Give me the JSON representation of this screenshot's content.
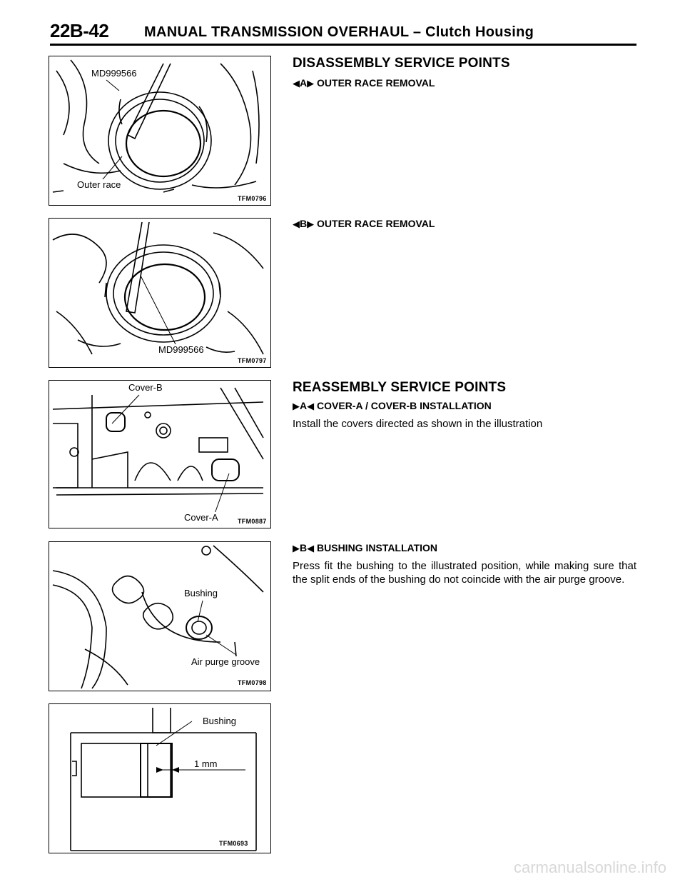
{
  "header": {
    "page_code": "22B-42",
    "title": "MANUAL TRANSMISSION OVERHAUL – Clutch Housing"
  },
  "figures": [
    {
      "code": "TFM0796",
      "labels": [
        "MD999566",
        "Outer race"
      ]
    },
    {
      "code": "TFM0797",
      "labels": [
        "MD999566"
      ]
    },
    {
      "code": "TFM0887",
      "labels": [
        "Cover-B",
        "Cover-A"
      ]
    },
    {
      "code": "TFM0798",
      "labels": [
        "Bushing",
        "Air purge groove"
      ]
    },
    {
      "code": "TFM0693",
      "labels": [
        "Bushing",
        "1 mm"
      ]
    }
  ],
  "sections": {
    "disassembly_heading": "DISASSEMBLY SERVICE POINTS",
    "disassembly_a": {
      "marker": "A",
      "text": "OUTER RACE REMOVAL"
    },
    "disassembly_b": {
      "marker": "B",
      "text": "OUTER RACE REMOVAL"
    },
    "reassembly_heading": "REASSEMBLY SERVICE POINTS",
    "reassembly_a": {
      "marker": "A",
      "text": "COVER-A / COVER-B INSTALLATION",
      "body": "Install the covers directed as shown in the illustration"
    },
    "reassembly_b": {
      "marker": "B",
      "text": "BUSHING INSTALLATION",
      "body": "Press fit the bushing to the illustrated position, while making sure that the split ends of the bushing do not coincide with the air purge groove."
    }
  },
  "watermark": "carmanualsonline.info"
}
